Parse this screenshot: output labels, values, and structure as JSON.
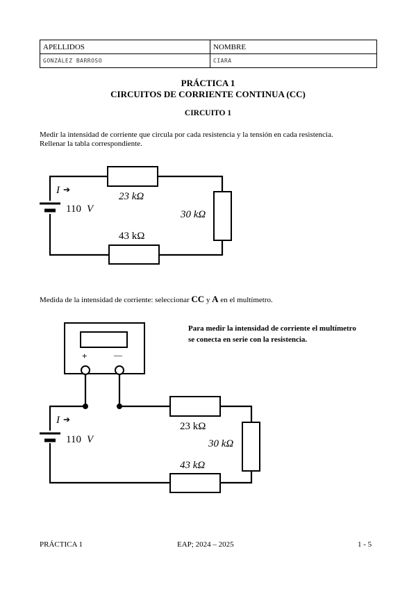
{
  "header_table": {
    "col1_label": "APELLIDOS",
    "col2_label": "NOMBRE",
    "col1_value": "GONZÁLEZ BARROSO",
    "col2_value": "CIARA"
  },
  "title": {
    "line1": "PRÁCTICA 1",
    "line2": "CIRCUITOS DE CORRIENTE CONTINUA (CC)"
  },
  "section1": {
    "heading": "CIRCUITO 1",
    "instruction_line1": "Medir la intensidad de corriente que circula por cada resistencia y la tensión en cada resistencia.",
    "instruction_line2": "Rellenar la tabla correspondiente."
  },
  "circuit1": {
    "current_label": "I",
    "arrow": "➔",
    "source_label": "110",
    "source_unit": "V",
    "r_top": "23 kΩ",
    "r_right": "30 kΩ",
    "r_bottom": "43 kΩ"
  },
  "measure_text": {
    "prefix": "Medida de la intensidad de corriente: seleccionar",
    "cc": "CC",
    "and": "y",
    "a": "A",
    "suffix": "en el multímetro."
  },
  "note": {
    "line1": "Para medir la intensidad de corriente el multímetro",
    "line2": "se conecta en serie con la resistencia."
  },
  "circuit2": {
    "plus": "+",
    "minus": "—",
    "current_label": "I",
    "arrow": "➔",
    "source_label": "110",
    "source_unit": "V",
    "r_top": "23 kΩ",
    "r_right": "30 kΩ",
    "r_bottom": "43 kΩ"
  },
  "footer": {
    "left": "PRÁCTICA 1",
    "center": "EAP; 2024 – 2025",
    "right": "1 - 5"
  }
}
